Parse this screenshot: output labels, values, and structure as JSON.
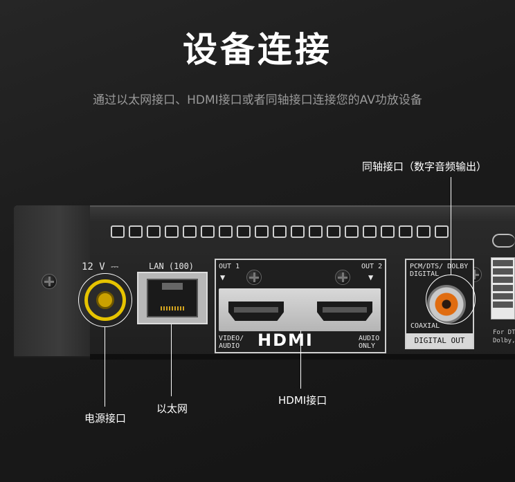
{
  "title": "设备连接",
  "subtitle": "通过以太网接口、HDMI接口或者同轴接口连接您的AV功放设备",
  "device": {
    "power_rating": "12 V ⎓",
    "lan_label": "LAN (100)",
    "hdmi_out1": "OUT 1",
    "hdmi_out2": "OUT 2",
    "hdmi_logo": "HDMI",
    "hdmi_video_audio": "VIDEO/ AUDIO",
    "hdmi_audio_only": "AUDIO ONLY",
    "digital_header": "PCM/DTS/ DOLBY DIGITAL",
    "coaxial": "COAXIAL",
    "digital_out": "DIGITAL OUT",
    "bottom_text_1": "For DTS",
    "bottom_text_2": "Dolby,"
  },
  "callouts": {
    "coaxial": "同轴接口（数字音频输出）",
    "power": "电源接口",
    "lan": "以太网",
    "hdmi": "HDMI接口"
  },
  "colors": {
    "power_ring": "#e6c300",
    "coax_ring": "#e06c10",
    "background": "#1a1a1a"
  }
}
